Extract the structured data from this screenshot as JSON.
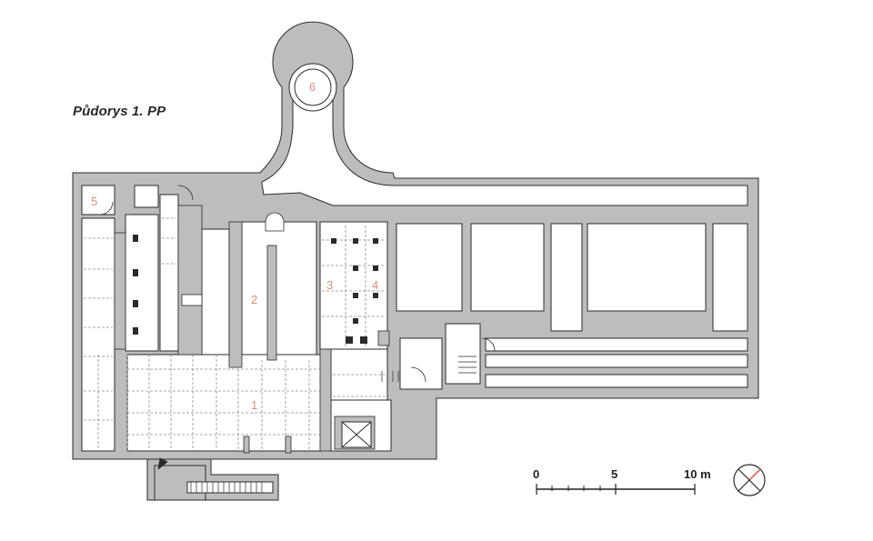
{
  "title": "Půdorys 1. PP",
  "rooms": [
    "1",
    "2",
    "3",
    "4",
    "5",
    "6"
  ],
  "scale_bar": {
    "labels": [
      "0",
      "5",
      "10 m"
    ]
  },
  "colors": {
    "wall": "#bdbdbd",
    "wall_edge": "#2a2a2a",
    "room_label": "#d4907a",
    "north_mark": "#d96a5a",
    "hatch": "#9a9a9a"
  },
  "icons": [
    "north-arrow-icon",
    "lift-shaft-icon",
    "staircase-icon",
    "toilet-icon"
  ]
}
